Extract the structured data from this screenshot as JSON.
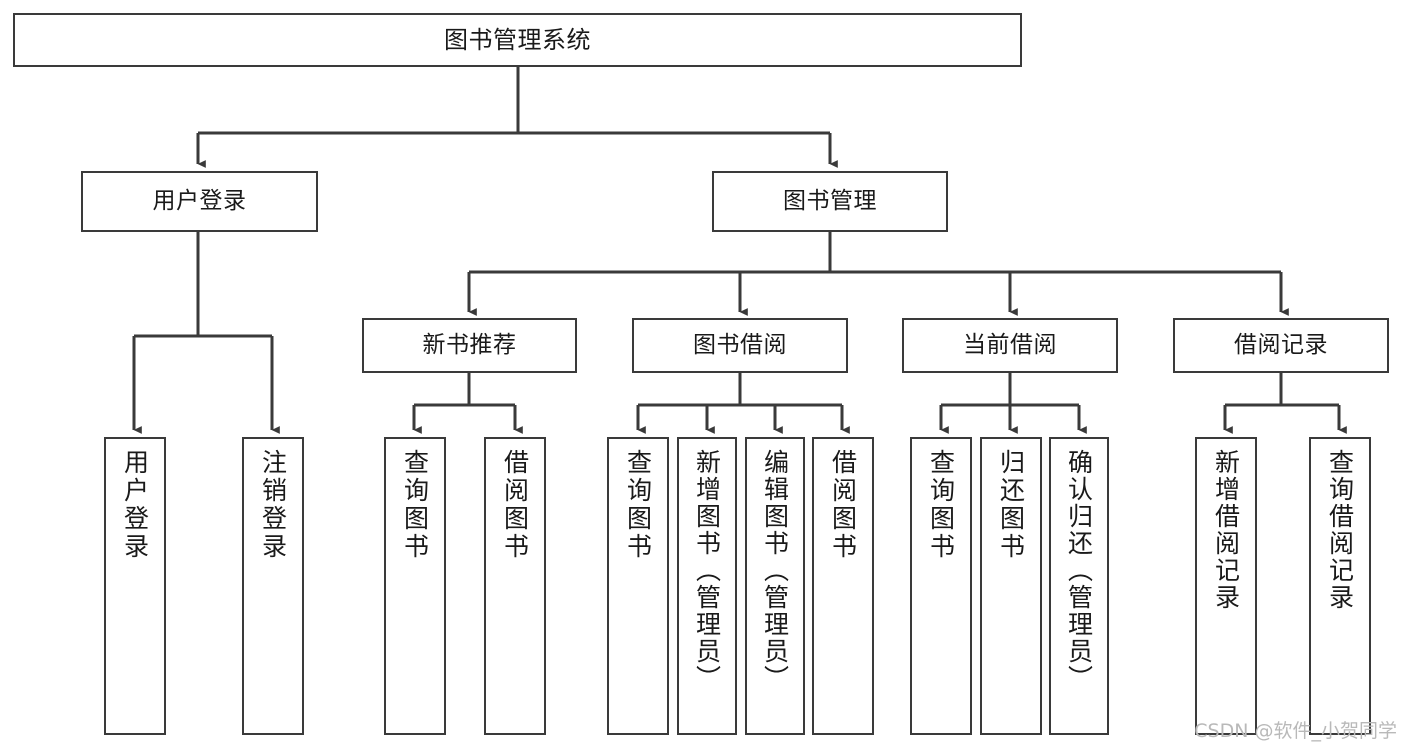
{
  "diagram": {
    "title": "图书管理系统",
    "watermark": "CSDN @软件_小贺同学",
    "stroke_color": "#3a3a3a",
    "background_color": "#ffffff",
    "root": {
      "label": "图书管理系统"
    },
    "level1": [
      {
        "label": "用户登录"
      },
      {
        "label": "图书管理"
      }
    ],
    "level2": [
      {
        "label": "新书推荐"
      },
      {
        "label": "图书借阅"
      },
      {
        "label": "当前借阅"
      },
      {
        "label": "借阅记录"
      }
    ],
    "leaves": {
      "user_login": [
        {
          "label": "用户登录"
        },
        {
          "label": "注销登录"
        }
      ],
      "new_book_recommend": [
        {
          "label": "查询图书"
        },
        {
          "label": "借阅图书"
        }
      ],
      "book_borrow": [
        {
          "label": "查询图书"
        },
        {
          "label": "新增图书（管理员）"
        },
        {
          "label": "编辑图书（管理员）"
        },
        {
          "label": "借阅图书"
        }
      ],
      "current_borrow": [
        {
          "label": "查询图书"
        },
        {
          "label": "归还图书"
        },
        {
          "label": "确认归还（管理员）"
        }
      ],
      "borrow_record": [
        {
          "label": "新增借阅记录"
        },
        {
          "label": "查询借阅记录"
        }
      ]
    }
  }
}
